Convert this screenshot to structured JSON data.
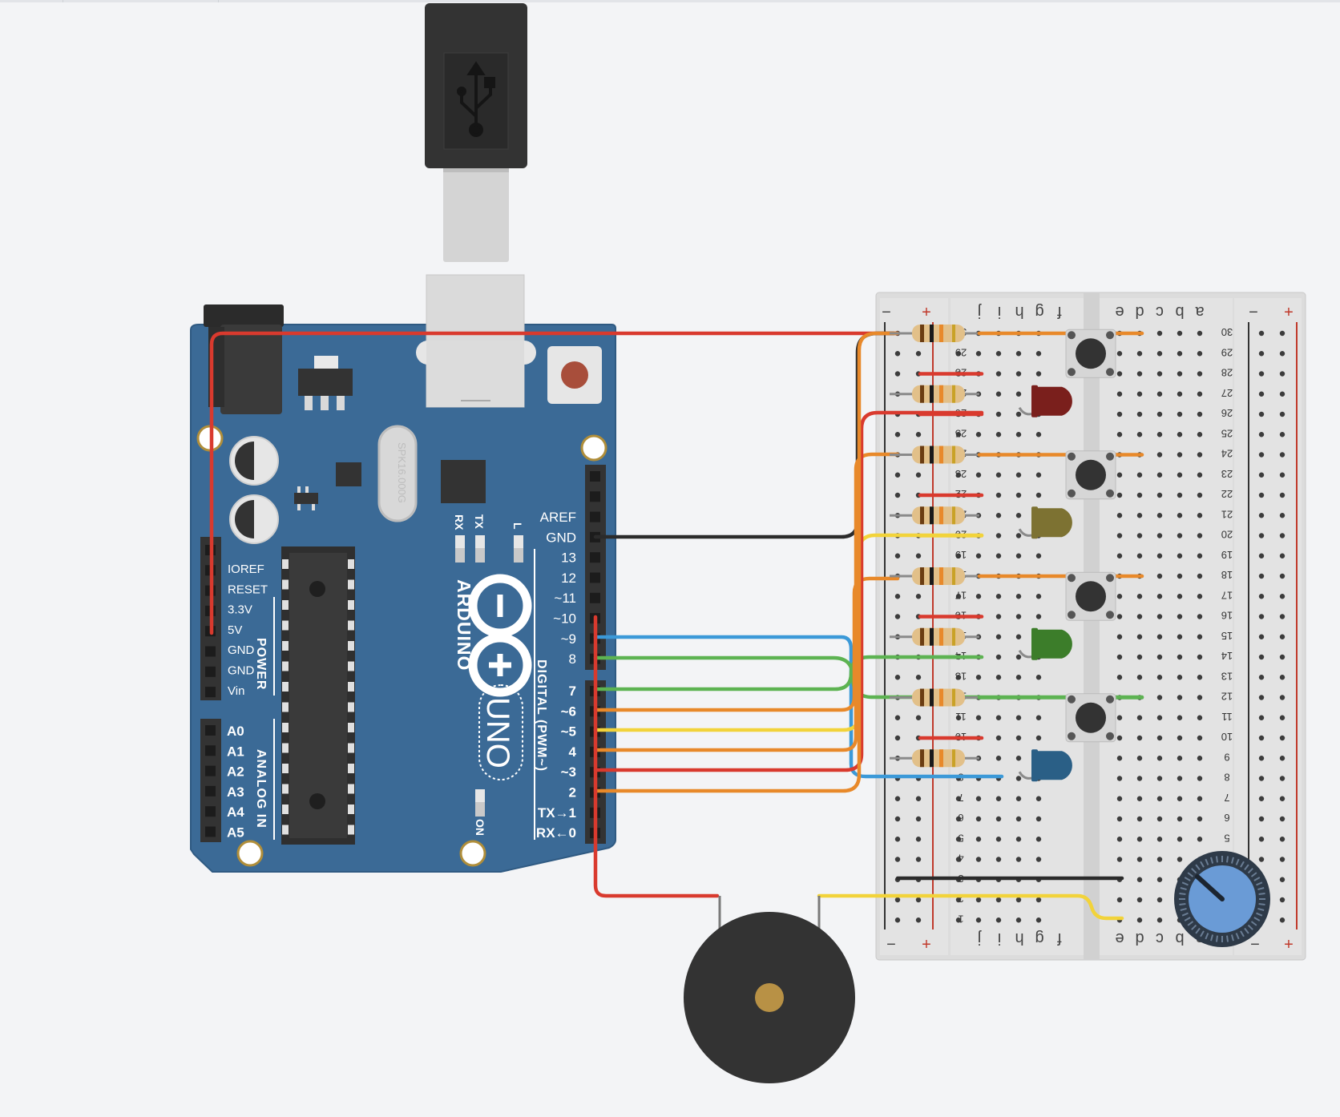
{
  "board": {
    "brand": "ARDUINO",
    "model": "UNO",
    "crystal": "SPK16.000G",
    "power_title": "POWER",
    "analog_title": "ANALOG IN",
    "digital_title": "DIGITAL (PWM~)",
    "power_pins": [
      "IOREF",
      "RESET",
      "3.3V",
      "5V",
      "GND",
      "GND",
      "Vin"
    ],
    "analog_pins": [
      "A0",
      "A1",
      "A2",
      "A3",
      "A4",
      "A5"
    ],
    "digital_upper": [
      "AREF",
      "GND",
      "13",
      "12",
      "~11",
      "~10",
      "~9",
      "8"
    ],
    "digital_lower": [
      "7",
      "~6",
      "~5",
      "4",
      "~3",
      "2",
      "TX→1",
      "RX←0"
    ],
    "led_labels": [
      "RX",
      "TX",
      "L"
    ],
    "on_label": "ON"
  },
  "breadboard": {
    "rail_minus": "−",
    "rail_plus": "+",
    "top_letters_left": [
      "j",
      "i",
      "h",
      "g",
      "f"
    ],
    "top_letters_right": [
      "e",
      "d",
      "c",
      "b",
      "a"
    ],
    "row_numbers": [
      "30",
      "29",
      "28",
      "27",
      "26",
      "25",
      "24",
      "23",
      "22",
      "21",
      "20",
      "19",
      "18",
      "17",
      "16",
      "15",
      "14",
      "13",
      "12",
      "11",
      "10",
      "9",
      "8",
      "7",
      "6",
      "5",
      "4",
      "3",
      "2",
      "1"
    ]
  },
  "colors": {
    "board_blue": "#3b6a96",
    "wire_red": "#d93a2e",
    "wire_orange": "#e8892a",
    "wire_yellow": "#f2d33a",
    "wire_green": "#5db352",
    "wire_blue": "#3b99d8",
    "wire_black": "#2b2b2b",
    "led_red": "#7a1f1c",
    "led_yellow": "#7d7232",
    "led_green": "#3c7d2a",
    "led_blue": "#2a5f86",
    "buzzer_body": "#333333",
    "pot_knob": "#6a9bd6"
  },
  "components": {
    "usb_cable": "usb-icon",
    "leds": [
      "red",
      "yellow",
      "green",
      "blue"
    ],
    "pushbuttons": 4,
    "resistors": 8,
    "buzzer": "piezo",
    "potentiometer": "rotary"
  }
}
